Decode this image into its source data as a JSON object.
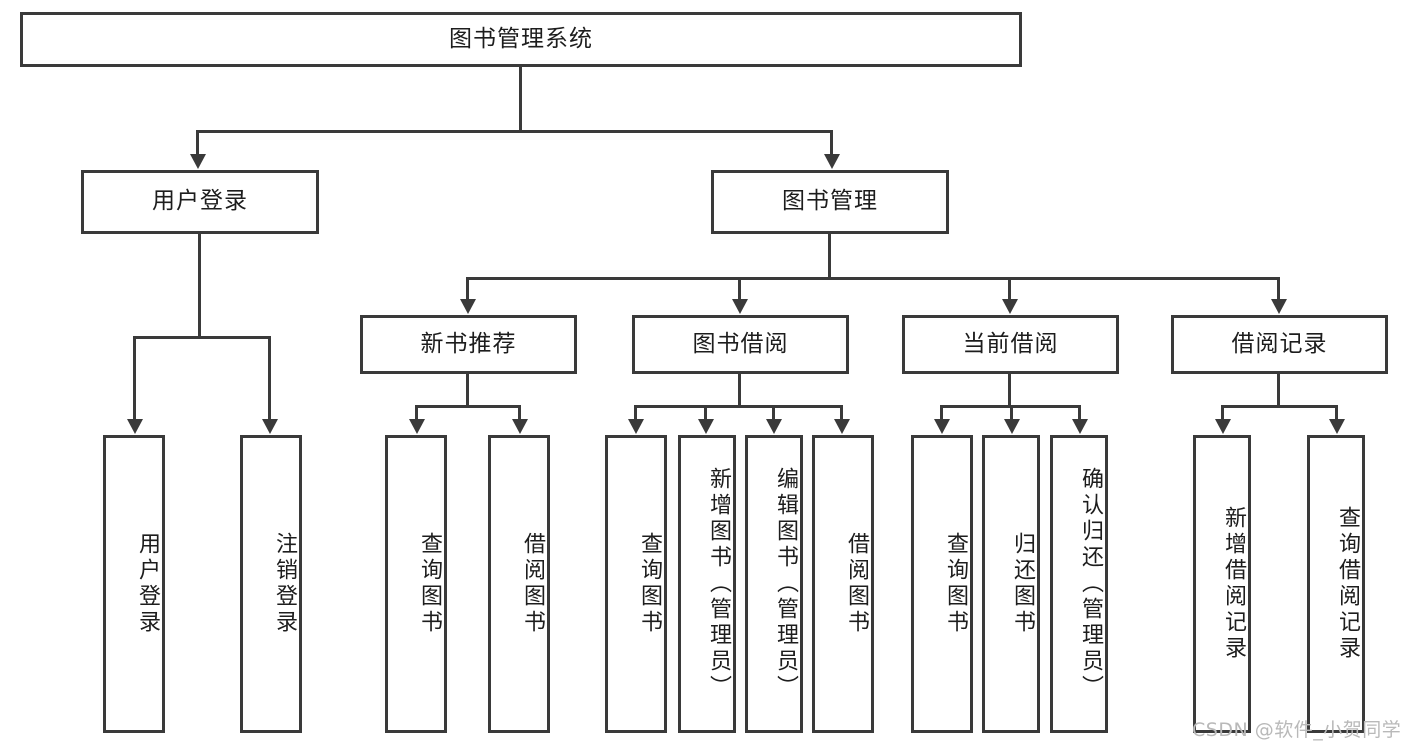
{
  "diagram": {
    "title": "图书管理系统",
    "type": "功能结构图",
    "root": {
      "label": "图书管理系统"
    },
    "level2": [
      {
        "label": "用户登录"
      },
      {
        "label": "图书管理"
      }
    ],
    "level3": [
      {
        "label": "新书推荐"
      },
      {
        "label": "图书借阅"
      },
      {
        "label": "当前借阅"
      },
      {
        "label": "借阅记录"
      }
    ],
    "leaves": {
      "user_login": [
        {
          "label": "用户登录"
        },
        {
          "label": "注销登录"
        }
      ],
      "new_book": [
        {
          "label": "查询图书"
        },
        {
          "label": "借阅图书"
        }
      ],
      "book_borrow": [
        {
          "label": "查询图书"
        },
        {
          "label": "新增图书（管理员）"
        },
        {
          "label": "编辑图书（管理员）"
        },
        {
          "label": "借阅图书"
        }
      ],
      "current_borrow": [
        {
          "label": "查询图书"
        },
        {
          "label": "归还图书"
        },
        {
          "label": "确认归还（管理员）"
        }
      ],
      "borrow_record": [
        {
          "label": "新增借阅记录"
        },
        {
          "label": "查询借阅记录"
        }
      ]
    }
  },
  "watermark": {
    "text": "CSDN @软件_小贺同学"
  },
  "colors": {
    "line": "#3a3a3a",
    "box_fill": "#ffffff",
    "text": "#1d1d1d",
    "watermark": "#b9b9b9"
  }
}
